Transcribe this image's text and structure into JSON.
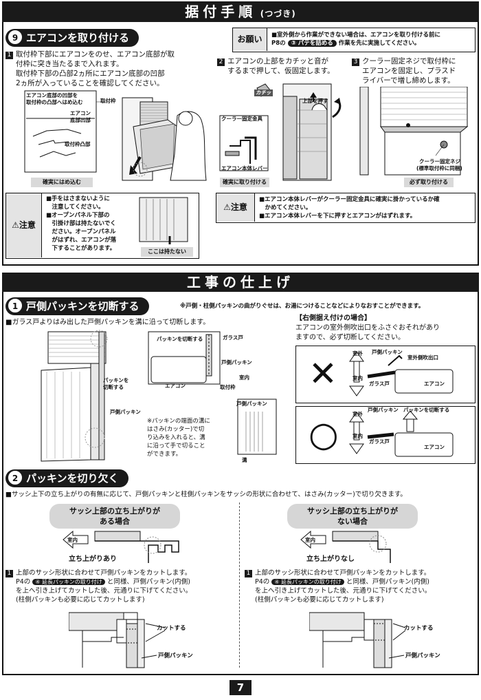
{
  "header": {
    "title": "据付手順",
    "subtitle": "(つづき)"
  },
  "step9": {
    "num": "9",
    "title": "エアコンを取り付ける",
    "request_label": "お願い",
    "request_text_1": "■室外側から作業ができない場合は、エアコンを取り付ける前に",
    "request_text_2a": "P8の",
    "request_ref": "③ パテを詰める",
    "request_text_2b": "作業を先に実施してください。",
    "s1_num": "1",
    "s1_text": [
      "取付枠下部にエアコンをのせ、エアコン底部が取",
      "付枠に突き当たるまで入れます。",
      "取付枠下部の凸部2ヵ所にエアコン底部の凹部",
      "2ヵ所が入っていることを確認してください。"
    ],
    "s1_labels": {
      "detail": "エアコン底部の凹部を\n取付枠の凸部へはめ込む",
      "recess": "エアコン\n底部凹部",
      "protrusion": "取付枠凸部",
      "frame": "取付枠"
    },
    "s1_caption": "確実にはめ込む",
    "s2_num": "2",
    "s2_text": [
      "エアコンの上部をカチッと音が",
      "するまで押して、仮固定します。"
    ],
    "s2_labels": {
      "click": "カチッ",
      "push": "上部を押す",
      "bracket": "クーラー固定金具",
      "lever": "エアコン本体レバー"
    },
    "s2_caption": "確実に取り付ける",
    "s3_num": "3",
    "s3_text": [
      "クーラー固定ネジで取付枠に",
      "エアコンを固定し、プラスド",
      "ライバーで増し締めします。"
    ],
    "s3_labels": {
      "screw": "クーラー固定ネジ",
      "screw_note": "(標準取付枠に同梱)"
    },
    "s3_caption": "必ず取り付ける",
    "caution_label": "注意",
    "caution1": [
      "■手をはさまないように",
      "　注意してください。",
      "■オープンパネル下部の",
      "　引掛け部は持たないでく",
      "　ださい。オープンパネル",
      "　がはずれ、エアコンが落",
      "　下することがあります。"
    ],
    "caution1_caption": "ここは持たない",
    "caution2": [
      "■エアコン本体レバーがクーラー固定金具に確実に掛かっているか確",
      "　かめてください。",
      "■エアコン本体レバーを下に押すとエアコンがはずれます。"
    ]
  },
  "finish": {
    "title": "工事の仕上げ",
    "p1_num": "1",
    "p1_title": "戸側パッキンを切断する",
    "p1_note": "※戸側・柱側パッキンの曲がりぐせは、お湯につけることなどによりなおすことができます。",
    "p1_text": "■ガラス戸よりはみ出した戸側パッキンを溝に沿って切断します。",
    "p1_labels": {
      "cut_packing": "パッキンを\n切断する",
      "door_packing": "戸側パッキン",
      "cut": "パッキンを切断する",
      "glass": "ガラス戸",
      "door_pk": "戸側パッキン",
      "ac": "エアコン",
      "frame": "取付枠",
      "indoor": "室内",
      "door_pk2": "戸側パッキン",
      "groove": "溝"
    },
    "p1_hint": [
      "※パッキンの端面の溝に",
      "はさみ(カッター)で切",
      "り込みを入れると、溝",
      "に沿って手で切ること",
      "ができます。"
    ],
    "right_title": "【右側据え付けの場合】",
    "right_text": [
      "エアコンの室外側吹出口をふさぐおそれがあり",
      "ますので、必ず切断してください。"
    ],
    "right_labels": {
      "outdoor": "室外",
      "indoor": "室内",
      "door_pk": "戸側パッキン",
      "outlet": "室外側吹出口",
      "glass": "ガラス戸",
      "ac": "エアコン",
      "cut": "パッキンを切断する"
    },
    "p2_num": "2",
    "p2_title": "パッキンを切り欠く",
    "p2_text": "■サッシ上下の立ち上がりの有無に応じて、戸側パッキンと柱側パッキンをサッシの形状に合わせて、はさみ(カッター)で切り欠きます。",
    "case_a": "サッシ上部の立ち上がりが",
    "case_a2": "ある場合",
    "case_b": "サッシ上部の立ち上がりが",
    "case_b2": "ない場合",
    "indoor": "室内",
    "rise_yes": "立ち上がりあり",
    "rise_no": "立ち上がりなし",
    "step_num": "1",
    "step_text_1": "上部のサッシ形状に合わせて戸側パッキンをカットします。",
    "step_text_2a": "P4の",
    "step_ref": "④ 延長パッキンの取り付け",
    "step_text_2b": "と同様、戸側パッキン(内側)",
    "step_text_3": "を上へ引き上げてカットした後、元通りに下げてください。",
    "step_text_4": "(柱側パッキンも必要に応じてカットします)",
    "cut_label": "カットする",
    "door_pk": "戸側パッキン"
  },
  "page": "7"
}
